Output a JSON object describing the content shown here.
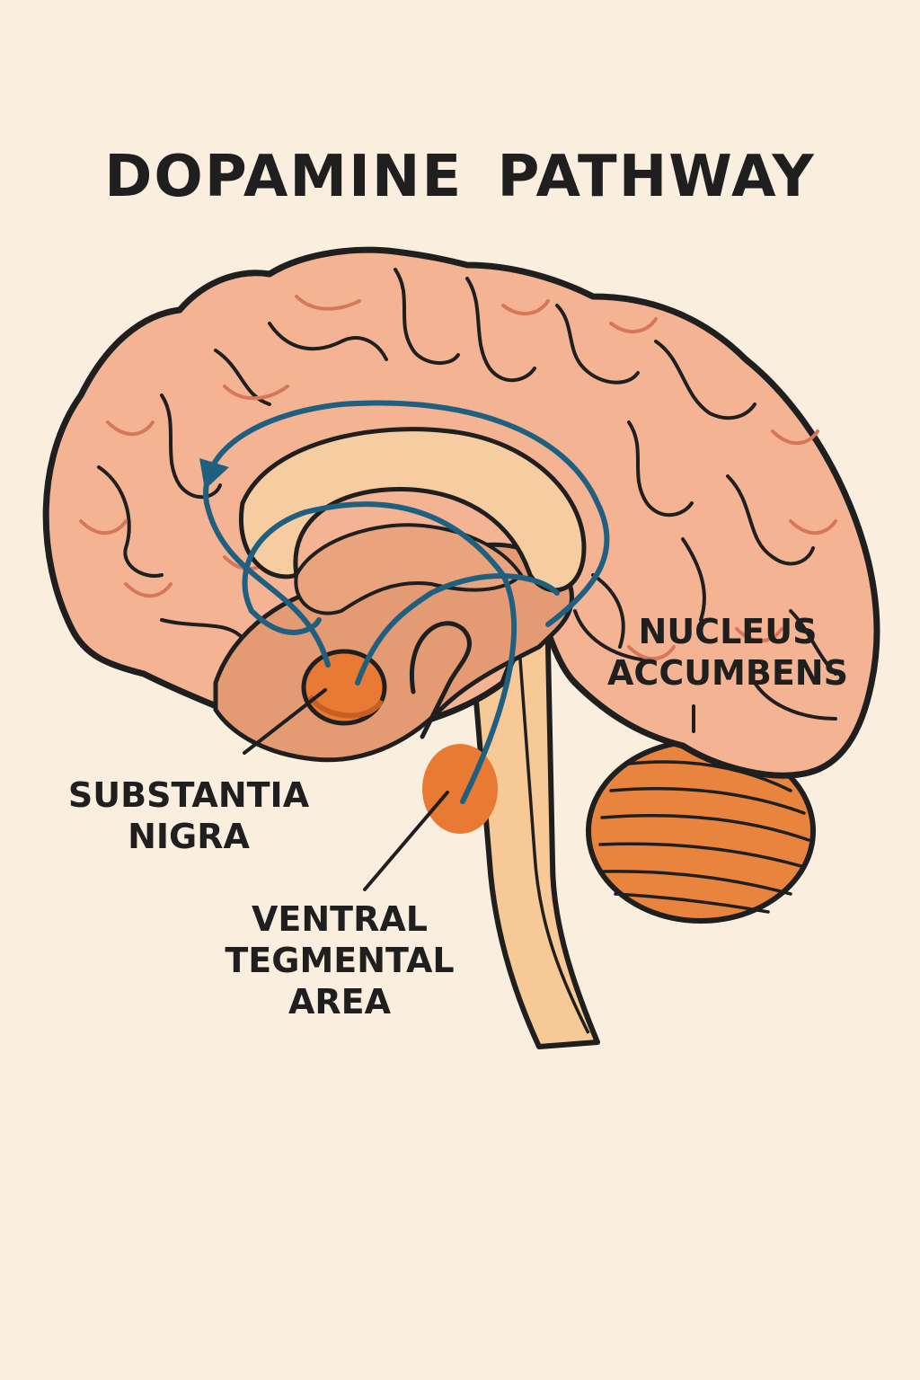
{
  "title": "DOPAMINE PATHWAY",
  "labels": {
    "nucleus_accumbens": [
      "NUCLEUS",
      "ACCUMBENS"
    ],
    "substantia_nigra": [
      "SUBSTANTIA",
      "NIGRA"
    ],
    "ventral_tegmental_area": [
      "VENTRAL",
      "TEGMENTAL",
      "AREA"
    ]
  },
  "colors": {
    "background": "#faeedf",
    "cortex": "#f4b393",
    "inner_brain": "#e49a72",
    "corpus_callosum": "#f6cda0",
    "brainstem": "#f6c996",
    "nucleus_highlight": "#e87a33",
    "cerebellum": "#e8843e",
    "pathway": "#1f5f80",
    "outline": "#1f1f1f"
  },
  "icons": {
    "pathway_arrow": "arrow-head-icon"
  }
}
